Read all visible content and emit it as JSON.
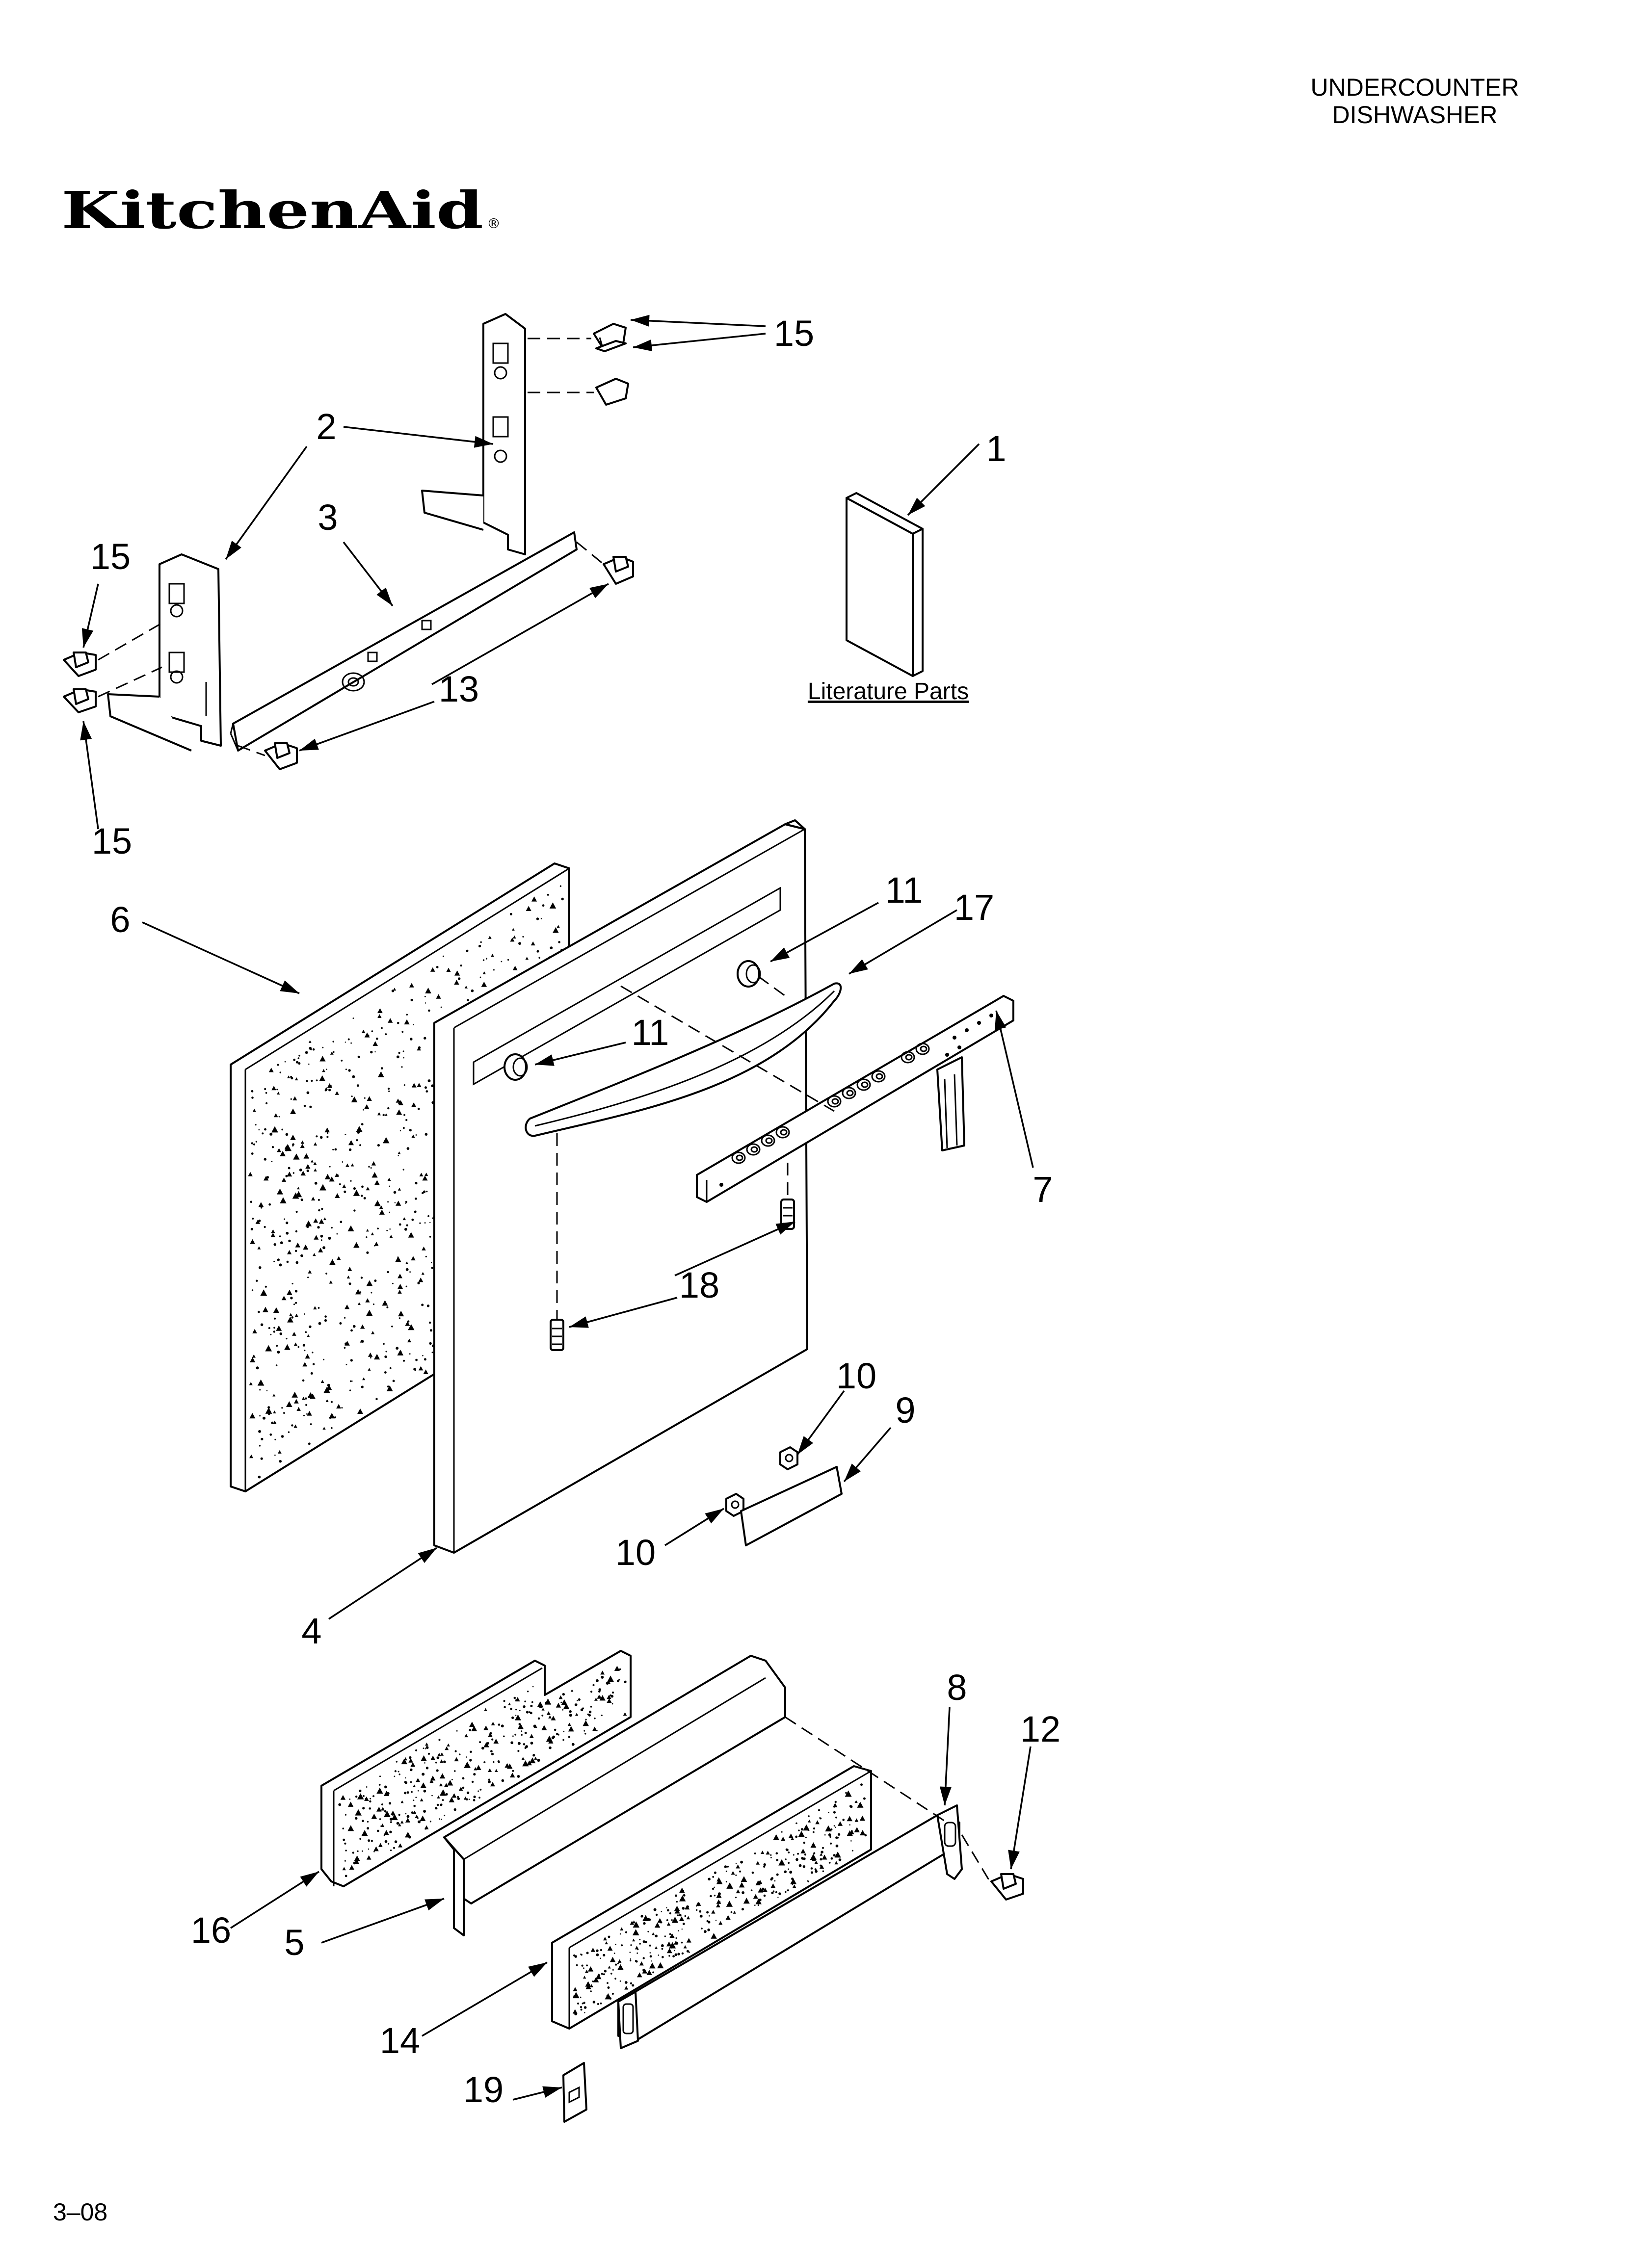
{
  "header": {
    "line1": "UNDERCOUNTER",
    "line2": "DISHWASHER"
  },
  "brand": {
    "logo_text": "KitchenAid",
    "registered_mark": "®"
  },
  "callouts": {
    "c1": "1",
    "c2": "2",
    "c3": "3",
    "c4": "4",
    "c5": "5",
    "c6": "6",
    "c7": "7",
    "c8": "8",
    "c9": "9",
    "c10a": "10",
    "c10b": "10",
    "c11a": "11",
    "c11b": "11",
    "c12": "12",
    "c13": "13",
    "c14": "14",
    "c15a": "15",
    "c15b": "15",
    "c15c": "15",
    "c16": "16",
    "c17": "17",
    "c18": "18",
    "c19": "19"
  },
  "literature_label": "Literature Parts",
  "footer": {
    "page_code": "3–08"
  }
}
